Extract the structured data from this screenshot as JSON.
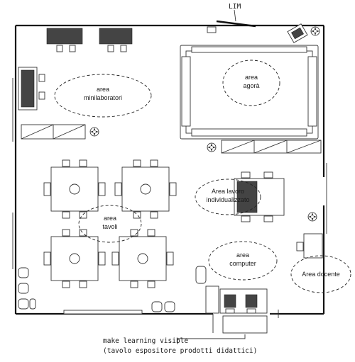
{
  "labels": {
    "lim": "LIM",
    "area_minilaboratori_1": "area",
    "area_minilaboratori_2": "minilaboratori",
    "area_agora_1": "area",
    "area_agora_2": "agorà",
    "area_lavoro_1": "Area lavoro",
    "area_lavoro_2": "individualizzato",
    "area_tavoli_1": "area",
    "area_tavoli_2": "tavoli",
    "area_computer_1": "area",
    "area_computer_2": "computer",
    "area_docente": "Area docente",
    "make_visible_1": "make learning visible",
    "make_visible_2": "(tavolo espositore prodotti didattici)"
  }
}
